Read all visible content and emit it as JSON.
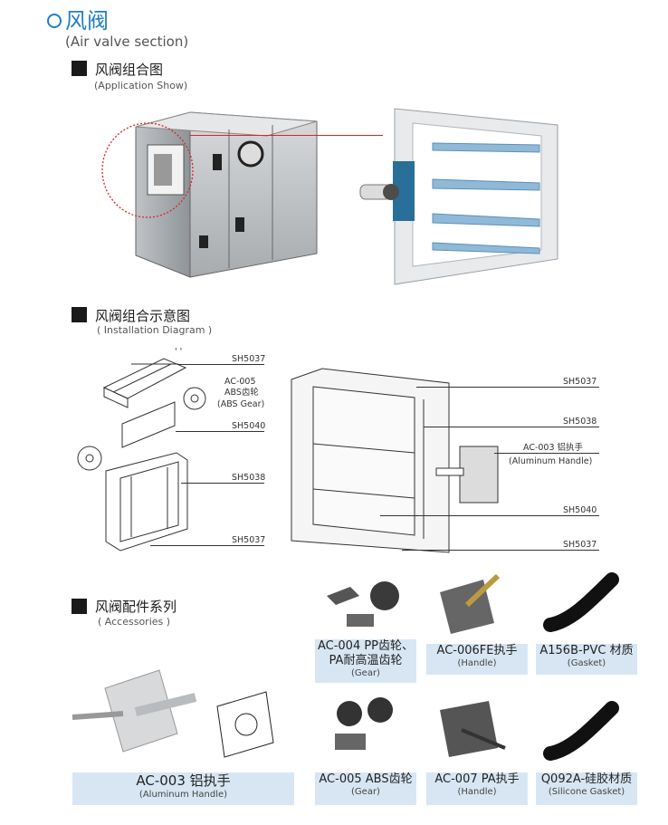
{
  "header": {
    "title": "风阀",
    "subtitle": "(Air valve section)"
  },
  "sections": {
    "application": {
      "title": "风阀组合图",
      "subtitle": "(Application Show)"
    },
    "installation": {
      "title": "风阀组合示意图",
      "subtitle": "( Installation Diagram )"
    },
    "accessories": {
      "title": "风阀配件系列",
      "subtitle": "( Accessories )"
    }
  },
  "diagram_left": {
    "tick": "' '",
    "sh5037_top": "SH5037",
    "ac005": "AC-005",
    "abs_gear_cn": "ABS齿轮",
    "abs_gear_en": "(ABS Gear)",
    "sh5040": "SH5040",
    "sh5038": "SH5038",
    "sh5037_bottom": "SH5037"
  },
  "diagram_right": {
    "sh5037_top": "SH5037",
    "sh5038": "SH5038",
    "ac003": "AC-003 铝执手",
    "ac003_en": "(Aluminum Handle)",
    "sh5040": "SH5040",
    "sh5037_bottom": "SH5037"
  },
  "accessories": [
    {
      "name": "AC-004 PP齿轮、PA耐高温齿轮",
      "sub": "(Gear)"
    },
    {
      "name": "AC-006FE执手",
      "sub": "(Handle)"
    },
    {
      "name": "A156B-PVC 材质",
      "sub": "(Gasket)"
    },
    {
      "name": "AC-003 铝执手",
      "sub": "(Aluminum Handle)"
    },
    {
      "name": "AC-005 ABS齿轮",
      "sub": "(Gear)"
    },
    {
      "name": "AC-007 PA执手",
      "sub": "(Handle)"
    },
    {
      "name": "Q092A-硅胶材质",
      "sub": "(Silicone Gasket)"
    }
  ],
  "colors": {
    "accent": "#1f7fc6",
    "caption_bg": "#d7e6f2",
    "callout_red": "#d9232d"
  }
}
